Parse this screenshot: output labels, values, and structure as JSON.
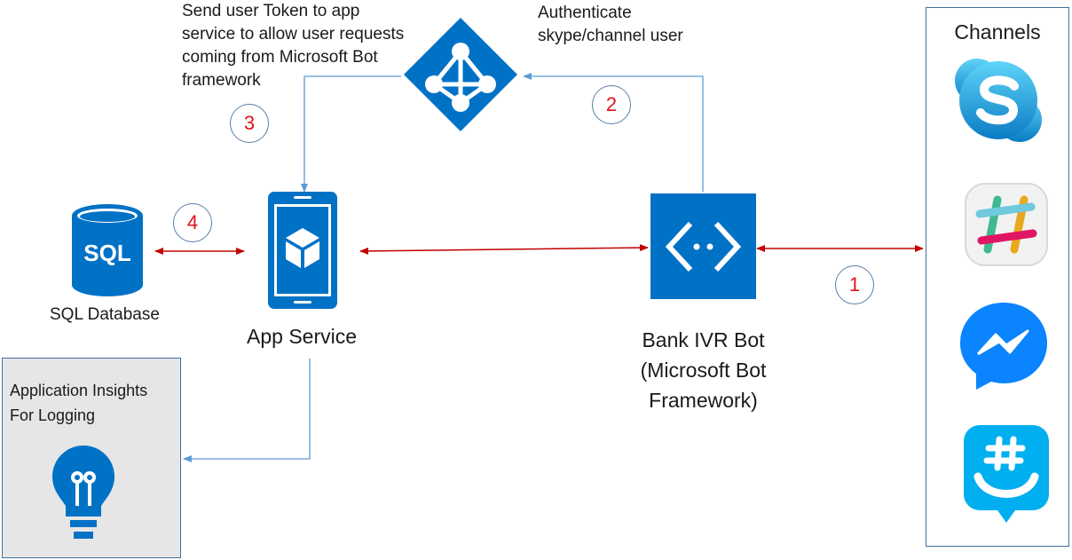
{
  "notes": {
    "send_token": [
      "Send user Token to app",
      "service to allow user requests",
      "coming from Microsoft Bot",
      "framework"
    ],
    "authenticate": [
      "Authenticate",
      "skype/channel user"
    ]
  },
  "steps": [
    "1",
    "2",
    "3",
    "4"
  ],
  "components": {
    "sql": {
      "label": "SQL Database",
      "icon_text": "SQL"
    },
    "app_service": {
      "label": "App Service"
    },
    "bot": {
      "label_lines": [
        "Bank IVR Bot",
        "(Microsoft Bot",
        "Framework)"
      ]
    },
    "insights": {
      "label_lines": [
        "Application Insights",
        "For Logging"
      ]
    },
    "channels": {
      "title": "Channels",
      "items": [
        "skype-icon",
        "slack-icon",
        "messenger-icon",
        "groupme-icon"
      ]
    }
  },
  "colors": {
    "azure_blue": "#0072c6",
    "arrow_red": "#c00000",
    "arrow_blue": "#5b9bd5",
    "step_number": "#e0121a"
  }
}
